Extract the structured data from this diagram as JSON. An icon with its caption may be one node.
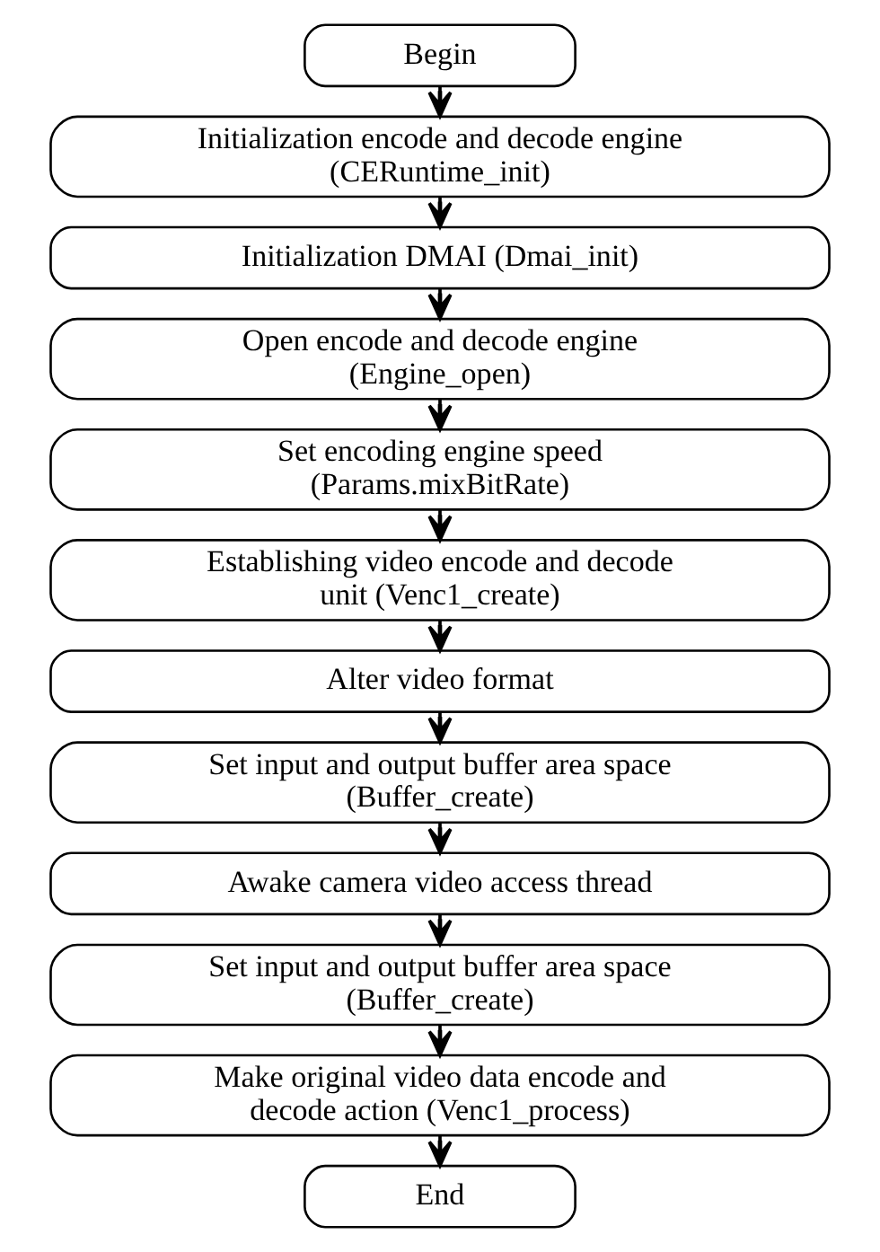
{
  "diagram": {
    "nodes": [
      {
        "text": [
          "Begin"
        ]
      },
      {
        "text": [
          "Initialization encode and decode engine (CERuntime_init)"
        ]
      },
      {
        "text": [
          "Initialization DMAI (Dmai_init)"
        ]
      },
      {
        "text": [
          "Open encode and decode engine (Engine_open)"
        ]
      },
      {
        "text": [
          "Set encoding engine speed (Params.mixBitRate)"
        ]
      },
      {
        "text": [
          "Establishing video encode and decode unit (Venc1_create)"
        ]
      },
      {
        "text": [
          "Alter video format"
        ]
      },
      {
        "text": [
          "Set input and output buffer area space (Buffer_create)"
        ]
      },
      {
        "text": [
          "Awake camera video access thread"
        ]
      },
      {
        "text": [
          "Set input and output buffer area space (Buffer_create)"
        ]
      },
      {
        "text": [
          "Make original video data encode and decode action (Venc1_process)"
        ]
      },
      {
        "text": [
          "End"
        ]
      }
    ],
    "edges": [
      {
        "from": 0,
        "to": 1,
        "arrow": "to"
      },
      {
        "from": 1,
        "to": 2,
        "arrow": "to"
      },
      {
        "from": 2,
        "to": 3,
        "arrow": "to"
      },
      {
        "from": 3,
        "to": 4,
        "arrow": "to"
      },
      {
        "from": 4,
        "to": 5,
        "arrow": "to"
      },
      {
        "from": 5,
        "to": 6,
        "arrow": "to"
      },
      {
        "from": 6,
        "to": 7,
        "arrow": "to"
      },
      {
        "from": 7,
        "to": 8,
        "arrow": "to"
      },
      {
        "from": 8,
        "to": 9,
        "arrow": "to"
      },
      {
        "from": 9,
        "to": 10,
        "arrow": "to"
      },
      {
        "from": 10,
        "to": 11,
        "arrow": "to"
      }
    ]
  }
}
